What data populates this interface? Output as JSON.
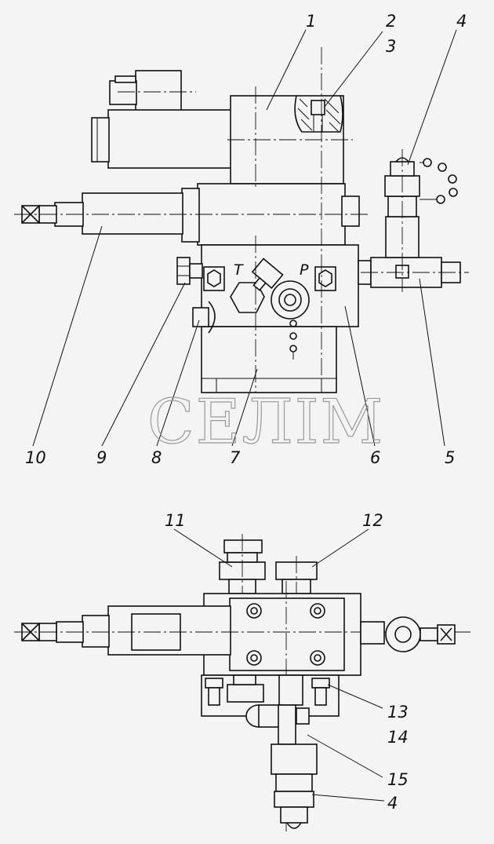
{
  "watermark": "СЕЛІМ",
  "port_labels": {
    "t": "T",
    "p": "P"
  },
  "callouts_top": [
    {
      "id": "c1",
      "label": "1"
    },
    {
      "id": "c2",
      "label": "2"
    },
    {
      "id": "c3",
      "label": "3"
    },
    {
      "id": "c4",
      "label": "4"
    },
    {
      "id": "c5",
      "label": "5"
    },
    {
      "id": "c6",
      "label": "6"
    },
    {
      "id": "c7",
      "label": "7"
    },
    {
      "id": "c8",
      "label": "8"
    },
    {
      "id": "c9",
      "label": "9"
    },
    {
      "id": "c10",
      "label": "10"
    }
  ],
  "callouts_bottom": [
    {
      "id": "c11",
      "label": "11"
    },
    {
      "id": "c12",
      "label": "12"
    },
    {
      "id": "c13",
      "label": "13"
    },
    {
      "id": "c14",
      "label": "14"
    },
    {
      "id": "c15",
      "label": "15"
    },
    {
      "id": "c4b",
      "label": "4"
    }
  ]
}
